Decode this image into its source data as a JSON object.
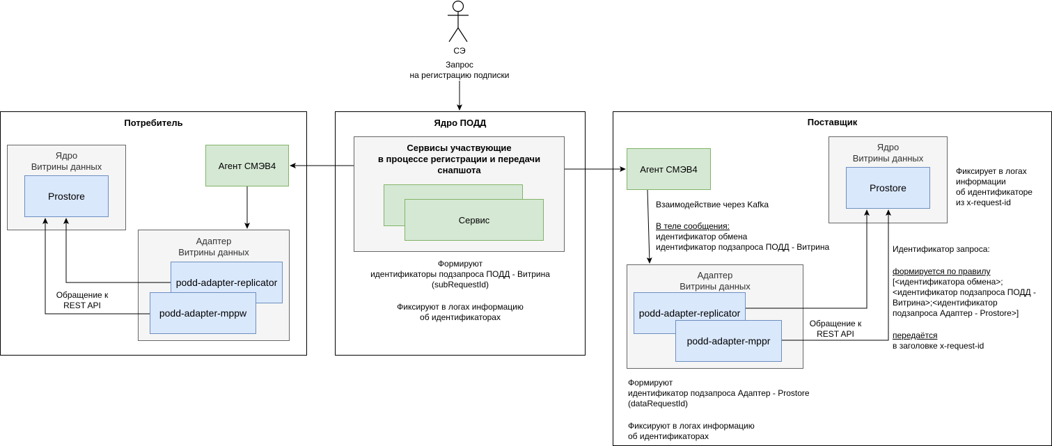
{
  "actor": {
    "label": "СЭ",
    "request_line1": "Запрос",
    "request_line2": "на регистрацию подписки"
  },
  "consumer": {
    "title": "Потребитель",
    "core_title_line1": "Ядро",
    "core_title_line2": "Витрины данных",
    "prostore": "Prostore",
    "agent": "Агент СМЭВ4",
    "adapter_title_line1": "Адаптер",
    "adapter_title_line2": "Витрины данных",
    "replicator": "podd-adapter-replicator",
    "mppw": "podd-adapter-mppw",
    "rest_line1": "Обращение к",
    "rest_line2": "REST API"
  },
  "core": {
    "title": "Ядро ПОДД",
    "services_line1": "Сервисы участвующие",
    "services_line2": "в процессе регистрации и передачи",
    "services_line3": "снапшота",
    "service": "Сервис",
    "note_line1": "Формируют",
    "note_line2": "идентификаторы подзапроса ПОДД - Витрина",
    "note_line3": "(subRequestId)",
    "note_line4": "Фиксируют в логах информацию",
    "note_line5": "об идентификаторах"
  },
  "provider": {
    "title": "Поставщик",
    "agent": "Агент СМЭВ4",
    "core_title_line1": "Ядро",
    "core_title_line2": "Витрины данных",
    "prostore": "Prostore",
    "prostore_note_line1": "Фиксирует в логах",
    "prostore_note_line2": "информации",
    "prostore_note_line3": "об идентификаторе",
    "prostore_note_line4": "из x-request-id",
    "kafka": "Взаимодействие через Kafka",
    "body_label": "В теле сообщения:",
    "body_line1": "идентификатор обмена",
    "body_line2": "идентификатор подзапроса ПОДД - Витрина",
    "adapter_title_line1": "Адаптер",
    "adapter_title_line2": "Витрины данных",
    "replicator": "podd-adapter-replicator",
    "mppr": "podd-adapter-mppr",
    "rest_line1": "Обращение к",
    "rest_line2": "REST API",
    "reqid_title": "Идентификатор запроса:",
    "reqid_rule": "формируется по правилу",
    "reqid_line1": "[<идентификатора обмена>;",
    "reqid_line2": "<идентификатор подзапроса ПОДД -",
    "reqid_line3": "Витрина>;<идентификатор",
    "reqid_line4": "подзапроса Адаптер - Prostore>]",
    "reqid_passed": "передаётся",
    "reqid_header": "в заголовке x-request-id",
    "note_line1": "Формируют",
    "note_line2": "идентификатор подзапроса Адаптер - Prostore",
    "note_line3": "(dataRequestId)",
    "note_line4": "Фиксируют в логах информацию",
    "note_line5": "об идентификаторах"
  },
  "colors": {
    "blue_fill": "#dae8fc",
    "blue_stroke": "#6c8ebf",
    "green_fill": "#d5e8d4",
    "green_stroke": "#82b366",
    "grey_fill": "#f5f5f5",
    "grey_stroke": "#666666"
  }
}
